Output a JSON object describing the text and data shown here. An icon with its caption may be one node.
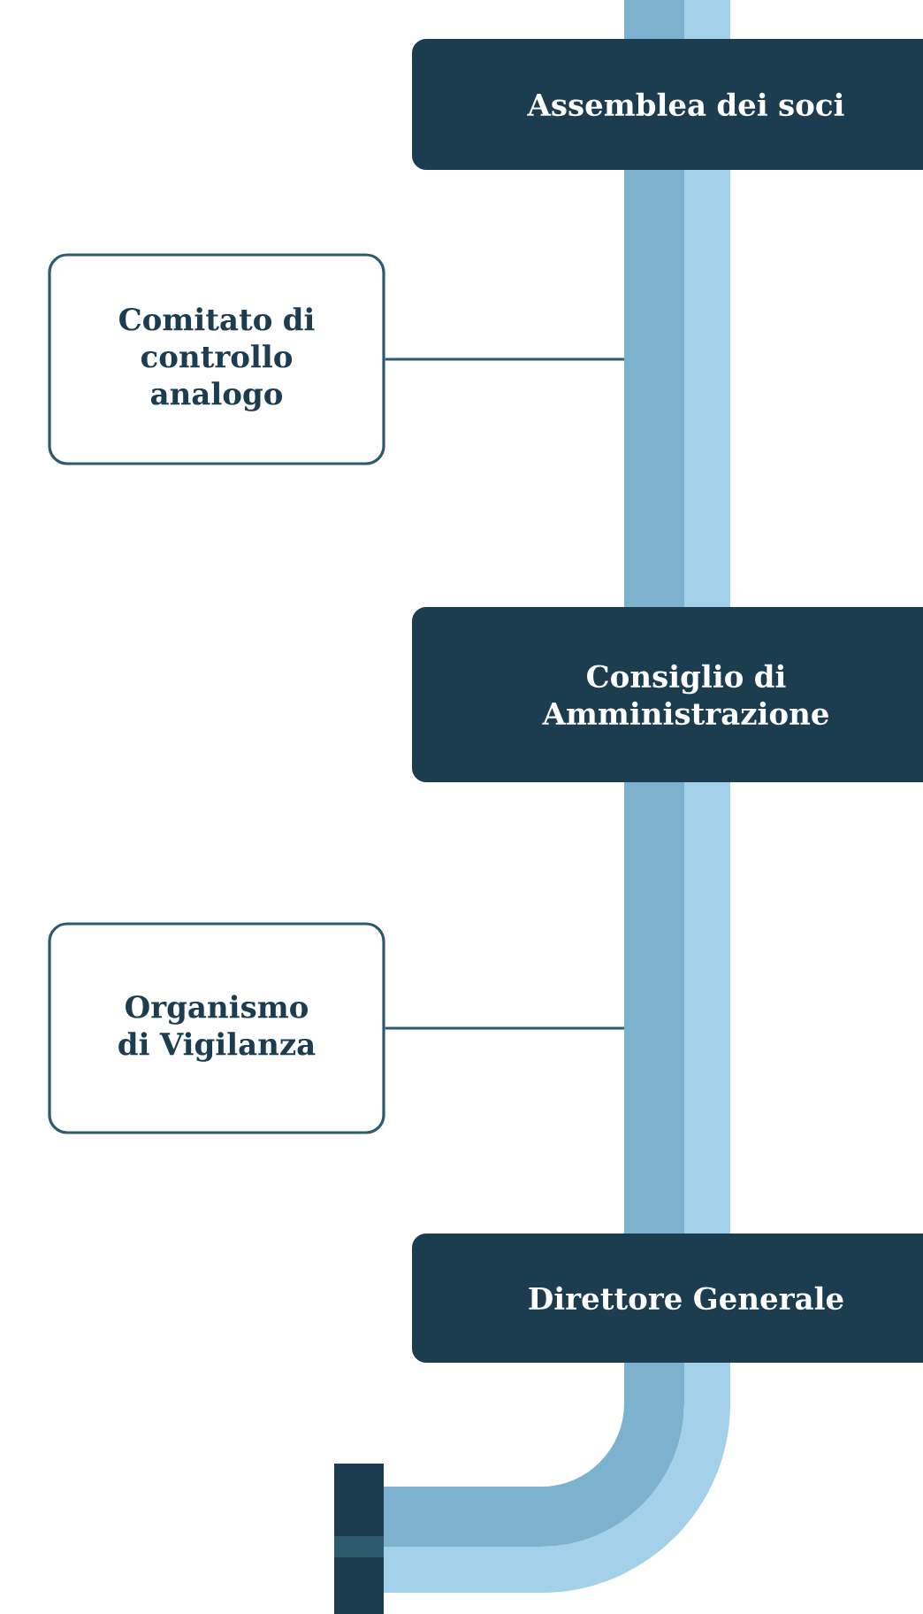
{
  "diagram": {
    "nodes": [
      {
        "text": [
          "Assemblea dei soci"
        ]
      },
      {
        "text": [
          "Comitato di controllo analogo"
        ]
      },
      {
        "text": [
          "Consiglio di Amministrazione"
        ]
      },
      {
        "text": [
          "Organismo di Vigilanza"
        ]
      },
      {
        "text": [
          "Direttore Generale"
        ]
      }
    ],
    "edges": [
      {
        "from": 1,
        "to": null,
        "arrow": "none"
      },
      {
        "from": 3,
        "to": null,
        "arrow": "none"
      }
    ]
  }
}
